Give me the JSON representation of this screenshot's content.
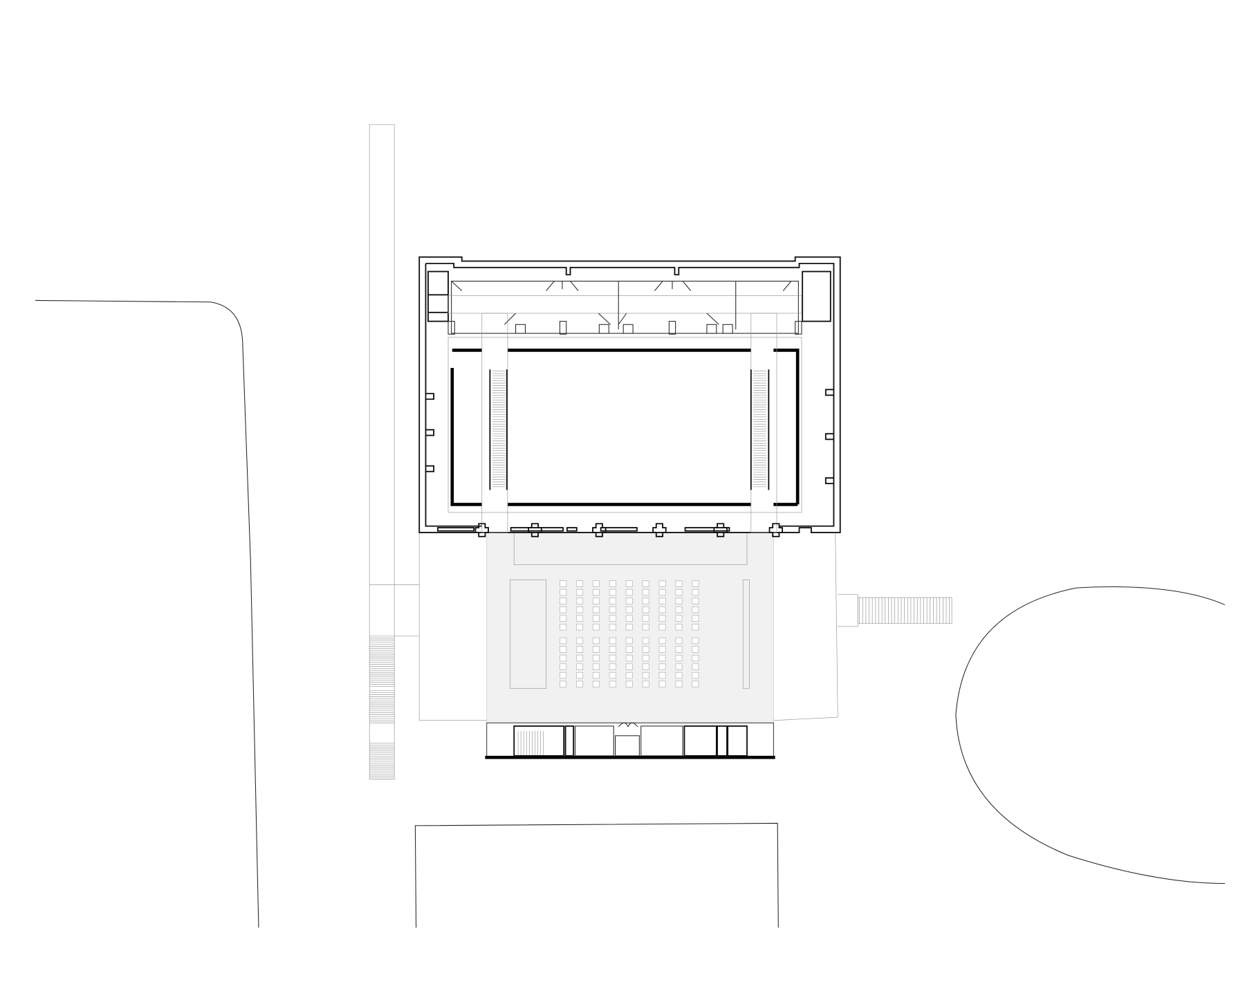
{
  "drawing": {
    "colors": {
      "line": "#222222",
      "wall": "#000000",
      "hall_fill": "#f1f1f1",
      "seat_stroke": "#bbbbbb"
    },
    "seating": {
      "columns": 9,
      "rows_per_block": 6,
      "blocks": 2
    }
  }
}
